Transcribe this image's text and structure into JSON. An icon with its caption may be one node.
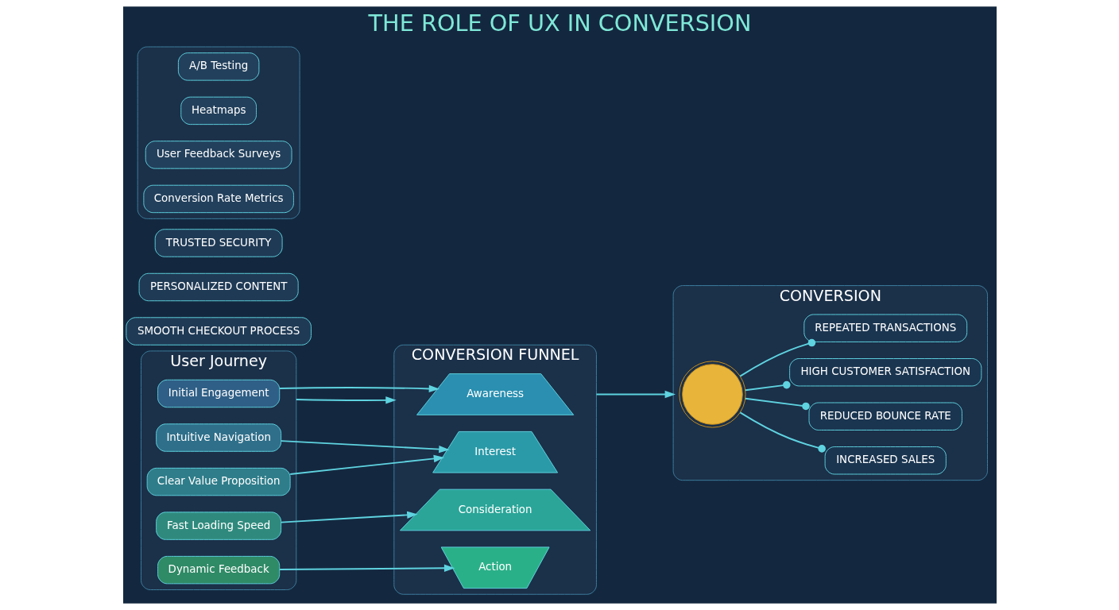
{
  "diagram": {
    "title": "THE ROLE OF UX IN CONVERSION",
    "nodes": [
      {
        "text": [
          "User Journey"
        ]
      },
      {
        "text": [
          "Initial Engagement"
        ],
        "in": 0
      },
      {
        "text": [
          "Intuitive Navigation"
        ],
        "in": 0
      },
      {
        "text": [
          "Clear Value Proposition"
        ],
        "in": 0
      },
      {
        "text": [
          "Fast Loading Speed"
        ],
        "in": 0
      },
      {
        "text": [
          "Dynamic Feedback"
        ],
        "in": 0
      },
      {
        "text": [
          "CONVERSION FUNNEL"
        ]
      },
      {
        "text": [
          "Awareness"
        ],
        "in": 6
      },
      {
        "text": [
          "Interest"
        ],
        "in": 6
      },
      {
        "text": [
          "Consideration"
        ],
        "in": 6
      },
      {
        "text": [
          "Action"
        ],
        "in": 6
      },
      {
        "text": [
          "SMOOTH CHECKOUT PROCESS"
        ]
      },
      {
        "text": [
          "PERSONALIZED CONTENT"
        ]
      },
      {
        "text": [
          "TRUSTED SECURITY"
        ]
      },
      {
        "text": [
          "CONVERSION"
        ]
      },
      {
        "text": [],
        "shape": "picture",
        "in": 14
      },
      {
        "text": [
          "INCREASED SALES"
        ],
        "in": 14
      },
      {
        "text": [
          "REDUCED BOUNCE RATE"
        ],
        "in": 14
      },
      {
        "text": [
          "HIGH CUSTOMER SATISFACTION"
        ],
        "in": 14
      },
      {
        "text": [
          "REPEATED TRANSACTIONS"
        ],
        "in": 14
      },
      {
        "text": [],
        "shape": "box"
      },
      {
        "text": [
          "A/B Testing"
        ],
        "in": 20
      },
      {
        "text": [
          "Heatmaps"
        ],
        "in": 20
      },
      {
        "text": [
          "User Feedback Surveys"
        ],
        "in": 20
      },
      {
        "text": [
          "Conversion Rate Metrics"
        ],
        "in": 20
      }
    ],
    "edges": [
      {
        "from": 0,
        "to": 6,
        "arrow": "to"
      },
      {
        "from": 6,
        "to": 14,
        "arrow": "to"
      },
      {
        "from": 1,
        "to": 7,
        "arrow": "to"
      },
      {
        "from": 2,
        "to": 8,
        "arrow": "to"
      },
      {
        "from": 3,
        "to": 8,
        "arrow": "to"
      },
      {
        "from": 4,
        "to": 9,
        "arrow": "to"
      },
      {
        "from": 5,
        "to": 10,
        "arrow": "to"
      },
      {
        "from": 15,
        "to": 16,
        "arrow": "other"
      },
      {
        "from": 15,
        "to": 17,
        "arrow": "other"
      },
      {
        "from": 15,
        "to": 18,
        "arrow": "other"
      },
      {
        "from": 15,
        "to": 19,
        "arrow": "other"
      }
    ]
  }
}
